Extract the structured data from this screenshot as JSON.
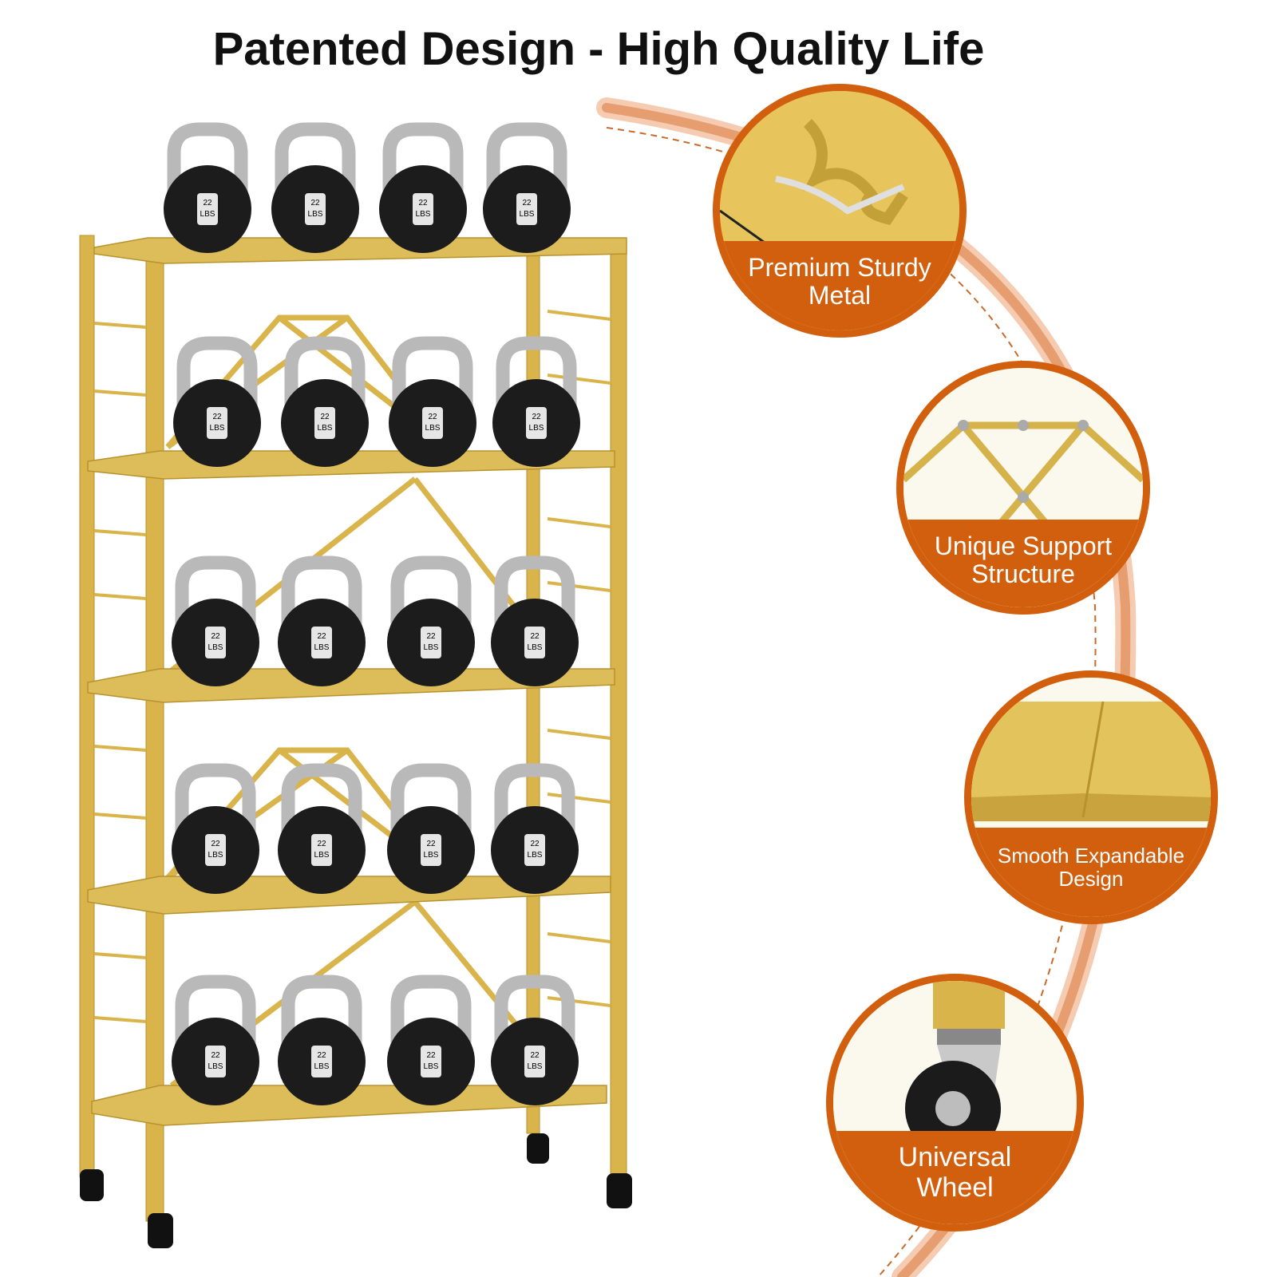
{
  "headline": "Patented Design - High Quality Life",
  "kettlebell": {
    "weight": "22",
    "unit": "LBS"
  },
  "features": [
    {
      "line1": "Premium Sturdy",
      "line2": "Metal"
    },
    {
      "line1": "Unique Support",
      "line2": "Structure"
    },
    {
      "line1": "Smooth Expandable",
      "line2": "Design"
    },
    {
      "line1": "Universal",
      "line2": "Wheel"
    }
  ],
  "colors": {
    "frame": "#d9b44a",
    "accent": "#d15f0e",
    "kettlebell": "#1c1c1c",
    "handle": "#b9b9b9"
  }
}
